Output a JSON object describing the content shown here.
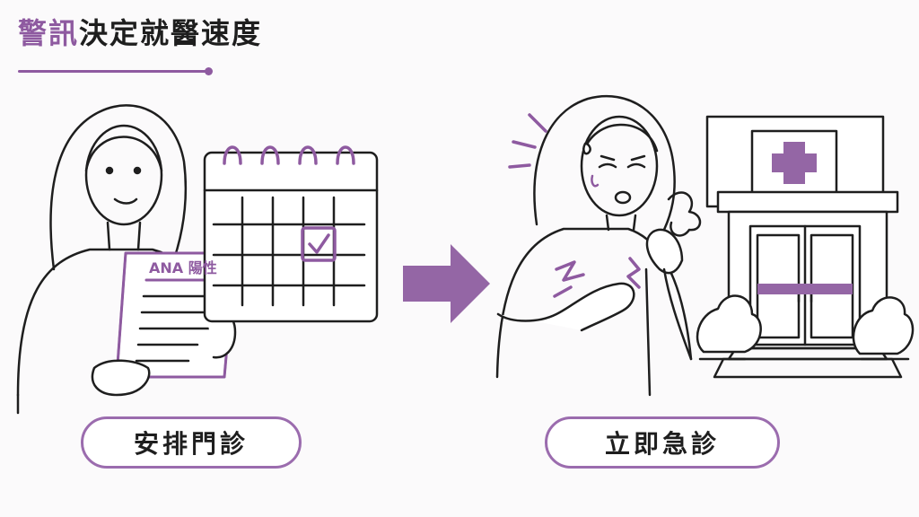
{
  "title": {
    "accent": "警訊",
    "rest": "決定就醫速度"
  },
  "left_panel": {
    "document_label": "ANA 陽性",
    "action_label": "安排門診"
  },
  "right_panel": {
    "action_label": "立即急診"
  },
  "colors": {
    "accent": "#8e5aa0",
    "line": "#1e1e1e",
    "pill_border": "#9b6cae"
  }
}
